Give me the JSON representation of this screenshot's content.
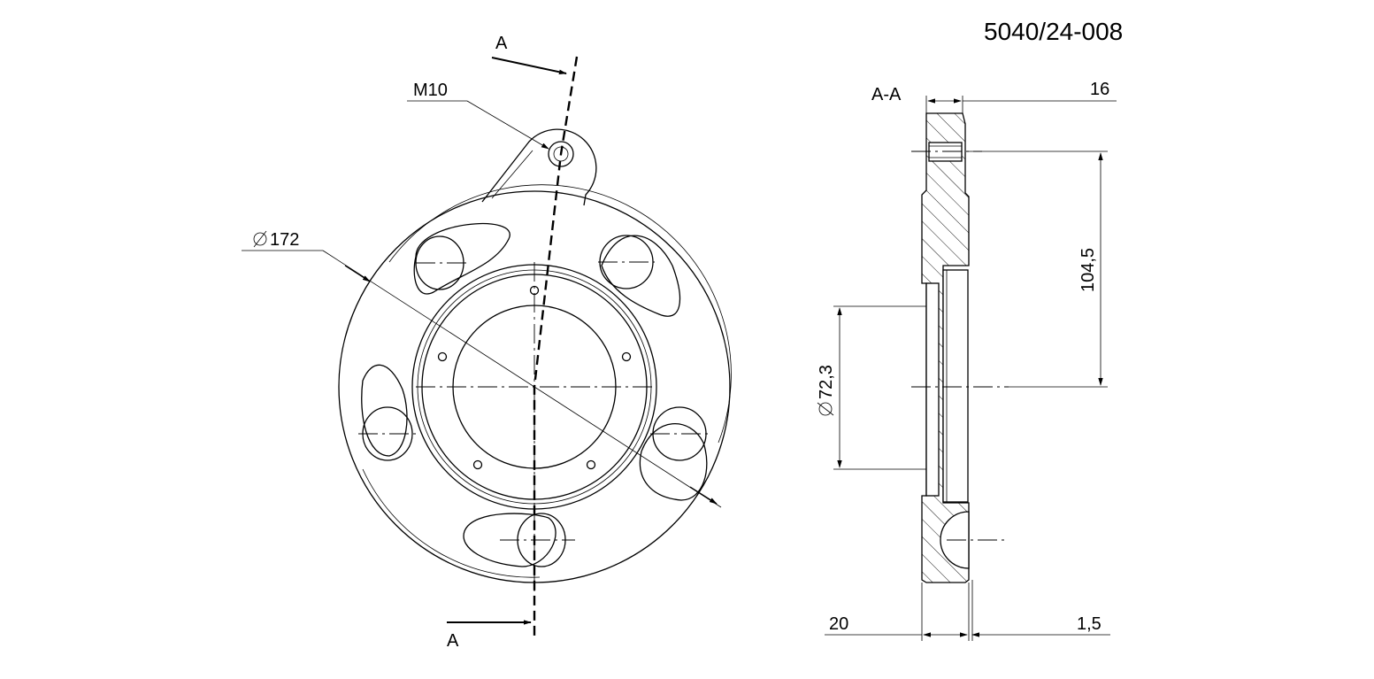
{
  "drawing": {
    "number": "5040/24-008",
    "section_label": "A-A",
    "cut_marker": "A",
    "dimensions": {
      "thread": "M10",
      "outer_diameter": "172",
      "bore_diameter": "72,3",
      "height": "104,5",
      "boss_thickness": "16",
      "total_thickness": "20",
      "step_depth": "1,5"
    }
  }
}
